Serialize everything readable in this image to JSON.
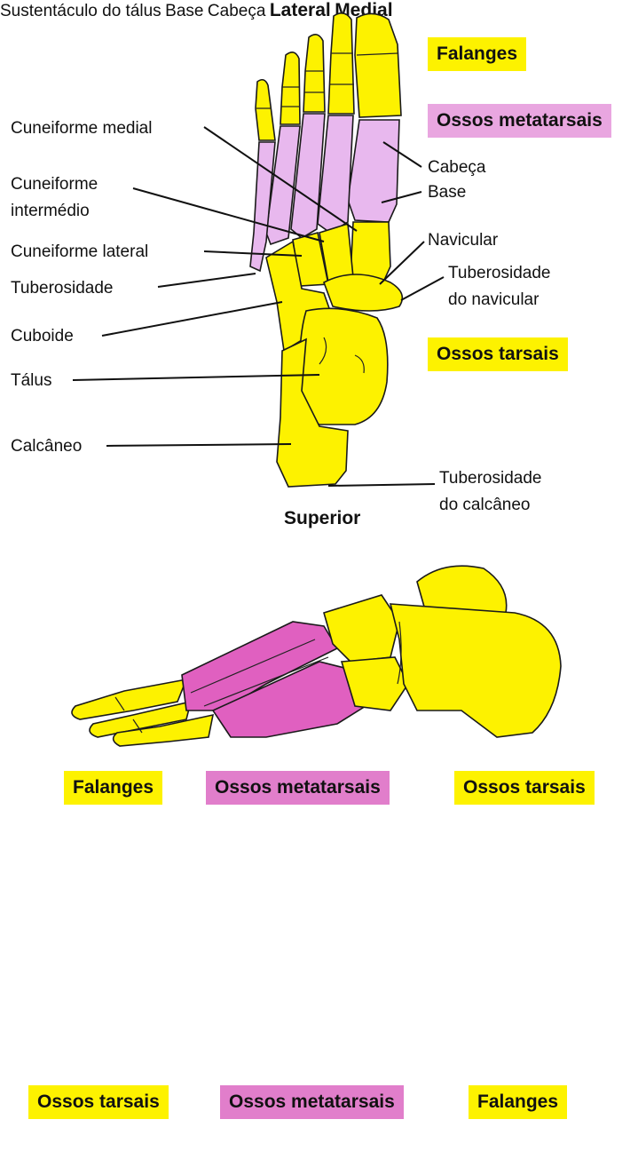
{
  "superior": {
    "view_title": "Superior",
    "tags": {
      "falanges": "Falanges",
      "metatarsais": "Ossos metatarsais",
      "tarsais": "Ossos tarsais"
    },
    "labels": {
      "cuneiforme_medial": "Cuneiforme medial",
      "cuneiforme_intermedio_1": "Cuneiforme",
      "cuneiforme_intermedio_2": "intermédio",
      "cuneiforme_lateral": "Cuneiforme lateral",
      "tuberosidade": "Tuberosidade",
      "cuboide": "Cuboide",
      "talus": "Tálus",
      "calcaneo": "Calcâneo",
      "cabeca": "Cabeça",
      "base": "Base",
      "navicular": "Navicular",
      "tub_navicular_1": "Tuberosidade",
      "tub_navicular_2": "do navicular",
      "tub_calcaneo_1": "Tuberosidade",
      "tub_calcaneo_2": "do calcâneo"
    }
  },
  "lateral": {
    "view_title": "Lateral",
    "tags": {
      "falanges": "Falanges",
      "metatarsais": "Ossos metatarsais",
      "tarsais": "Ossos tarsais"
    }
  },
  "medial": {
    "view_title": "Medial",
    "labels": {
      "sustentaculo": "Sustentáculo do tálus",
      "base": "Base",
      "cabeca": "Cabeça"
    },
    "tags": {
      "tarsais": "Ossos tarsais",
      "metatarsais": "Ossos metatarsais",
      "falanges": "Falanges"
    }
  },
  "colors": {
    "tarsal_yellow": "#fdf200",
    "metatarsal_magenta": "#e060c0",
    "metatarsal_light_pink": "#e8b8ee"
  }
}
